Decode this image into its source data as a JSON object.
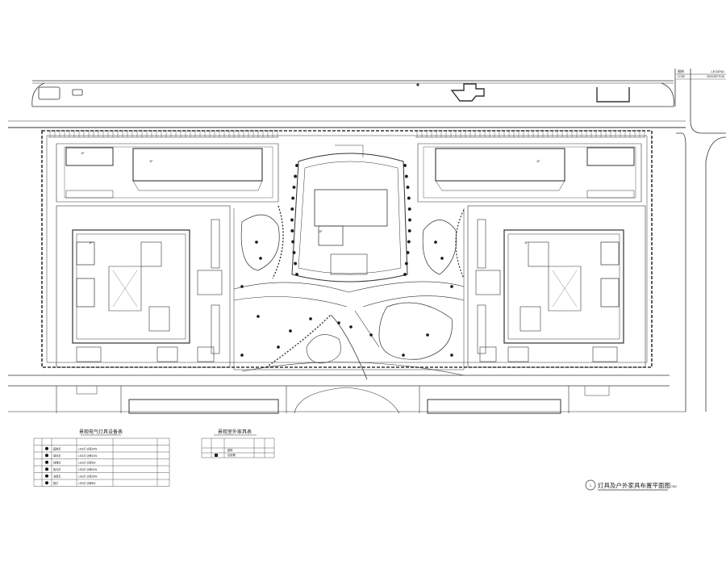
{
  "legend_header": {
    "cn": "图例",
    "en": "LEGEND"
  },
  "legend_subheader": {
    "code": "CODE",
    "desc": "DESCRIPTION"
  },
  "lighting_table": {
    "title": "景观电气灯具设备表",
    "rows": [
      {
        "desc": "庭院灯",
        "spec": "LED灯  功率15W"
      },
      {
        "desc": "草坪灯",
        "spec": "LED灯  功率10W"
      },
      {
        "desc": "地埋灯",
        "spec": "LED灯  功率5W"
      },
      {
        "desc": "投光灯",
        "spec": "LED灯  功率20W"
      },
      {
        "desc": "洗墙灯",
        "spec": "LED灯  功率18W"
      },
      {
        "desc": "壁灯",
        "spec": "LED灯  功率8W"
      }
    ]
  },
  "furniture_table": {
    "title": "景观室外家具表",
    "rows": [
      {
        "desc": "座椅"
      },
      {
        "desc": "垃圾桶"
      }
    ]
  },
  "drawing_title": {
    "number": "1",
    "text": "灯具及户外家具布置平面图",
    "scale": "1:500"
  },
  "building_labels": [
    "1F",
    "1F",
    "1F",
    "1F",
    "1F",
    "1F"
  ]
}
